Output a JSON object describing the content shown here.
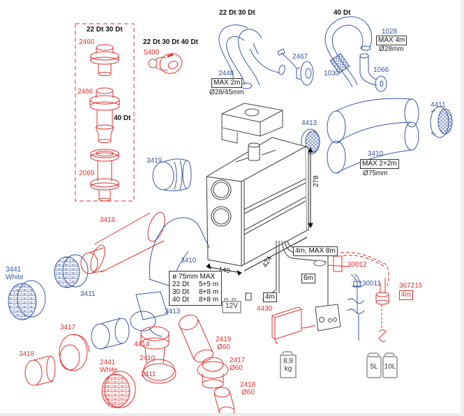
{
  "colors": {
    "red": "#e03030",
    "blue": "#3a55a4",
    "gray": "#555555",
    "box_gray": "#aaaaaa"
  },
  "headers": {
    "roof_22_30": "22 Dt  30 Dt",
    "roof_40": "40 Dt",
    "side_22_30_40": "22 Dt  30 Dt  40 Dt",
    "duct_22_30": "22 Dt    30 Dt",
    "duct_40": "40 Dt"
  },
  "parts": {
    "p2460": "2460",
    "p2466": "2466",
    "p2069": "2069",
    "p5400": "5400",
    "p2448": "2448",
    "p2467": "2467",
    "p1028": "1028",
    "p1030": "1030",
    "p1066": "1066",
    "p4411": "4411",
    "p4413": "4413",
    "p3410_right": "3410",
    "p3419": "3419",
    "p3416": "3416",
    "p3441": "3441",
    "p3441_sub": "White",
    "p3411": "3411",
    "p3410_left": "3410",
    "p3413": "3413",
    "p3417": "3417",
    "p3418": "3418",
    "p2441": "2441",
    "p2441_sub": "White",
    "p4414": "4414",
    "p2410": "2410",
    "p2411": "2411",
    "p2419": "2419",
    "p2419_d": "Ø60",
    "p2417": "2417",
    "p2417_d": "Ø60",
    "p2418": "2418",
    "p2418_d": "Ø60",
    "p4430": "4430",
    "p30012": "30012",
    "p30011": "30011",
    "p367215": "367215"
  },
  "specs": {
    "max2m": "MAX 2m",
    "dia_28_45": "Ø28/45mm",
    "max4m": "MAX 4m",
    "dia_28": "Ø28mm",
    "max2p2m": "MAX 2+2m",
    "dia_75": "Ø75mm",
    "cable_4m_max8m": "4m, MAX 8m",
    "cable_6m": "6m",
    "cable_4m": "4m",
    "hose_4m": "4m"
  },
  "dimensions": {
    "height": "278",
    "width": "140",
    "depth": "424"
  },
  "duct_table": {
    "header": "ø 75mm MAX",
    "rows": [
      {
        "model": "22 Dt",
        "length": "5+5 m"
      },
      {
        "model": "30 Dt",
        "length": "8+8 m"
      },
      {
        "model": "40 Dt",
        "length": "8+8 m"
      }
    ]
  },
  "badges": {
    "voltage": "12V",
    "weight_value": "8,9",
    "weight_unit": "kg",
    "tank_small": "5L",
    "tank_large": "10L"
  }
}
